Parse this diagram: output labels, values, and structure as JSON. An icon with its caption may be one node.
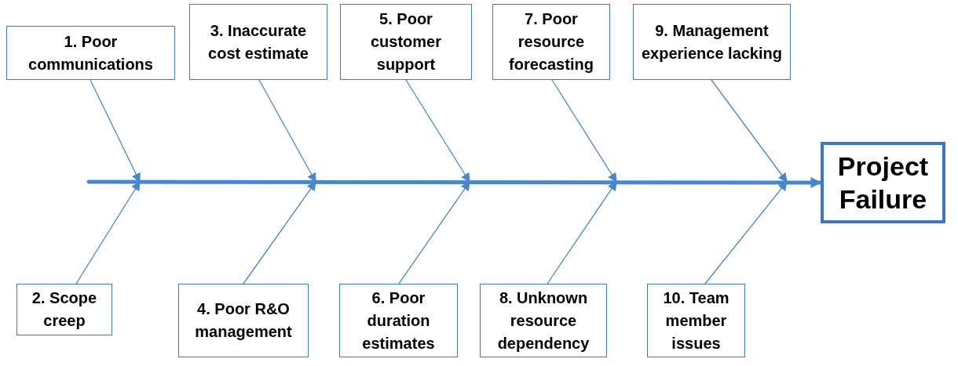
{
  "diagram": {
    "nodes": [
      {
        "text": [
          "1. Poor communications"
        ]
      },
      {
        "text": [
          "2. Scope creep"
        ]
      },
      {
        "text": [
          "3. Inaccurate cost estimate"
        ]
      },
      {
        "text": [
          "4. Poor R&O management"
        ]
      },
      {
        "text": [
          "5. Poor customer support"
        ]
      },
      {
        "text": [
          "6. Poor duration estimates"
        ]
      },
      {
        "text": [
          "7. Poor resource forecasting"
        ]
      },
      {
        "text": [
          "8. Unknown resource dependency"
        ]
      },
      {
        "text": [
          "9. Management experience lacking"
        ]
      },
      {
        "text": [
          "10. Team member issues"
        ]
      },
      {
        "text": [
          "Project Failure"
        ]
      }
    ],
    "edges": [
      {
        "from": null,
        "to": 10,
        "arrow": "to",
        "style": "thick"
      },
      {
        "from": 0,
        "to": null,
        "arrow": "to"
      },
      {
        "from": 1,
        "to": null,
        "arrow": "to"
      },
      {
        "from": 2,
        "to": null,
        "arrow": "to"
      },
      {
        "from": 3,
        "to": null,
        "arrow": "to"
      },
      {
        "from": 4,
        "to": null,
        "arrow": "to"
      },
      {
        "from": 5,
        "to": null,
        "arrow": "to"
      },
      {
        "from": 6,
        "to": null,
        "arrow": "to"
      },
      {
        "from": 7,
        "to": null,
        "arrow": "to"
      },
      {
        "from": 8,
        "to": null,
        "arrow": "to"
      },
      {
        "from": 9,
        "to": null,
        "arrow": "to"
      }
    ]
  }
}
